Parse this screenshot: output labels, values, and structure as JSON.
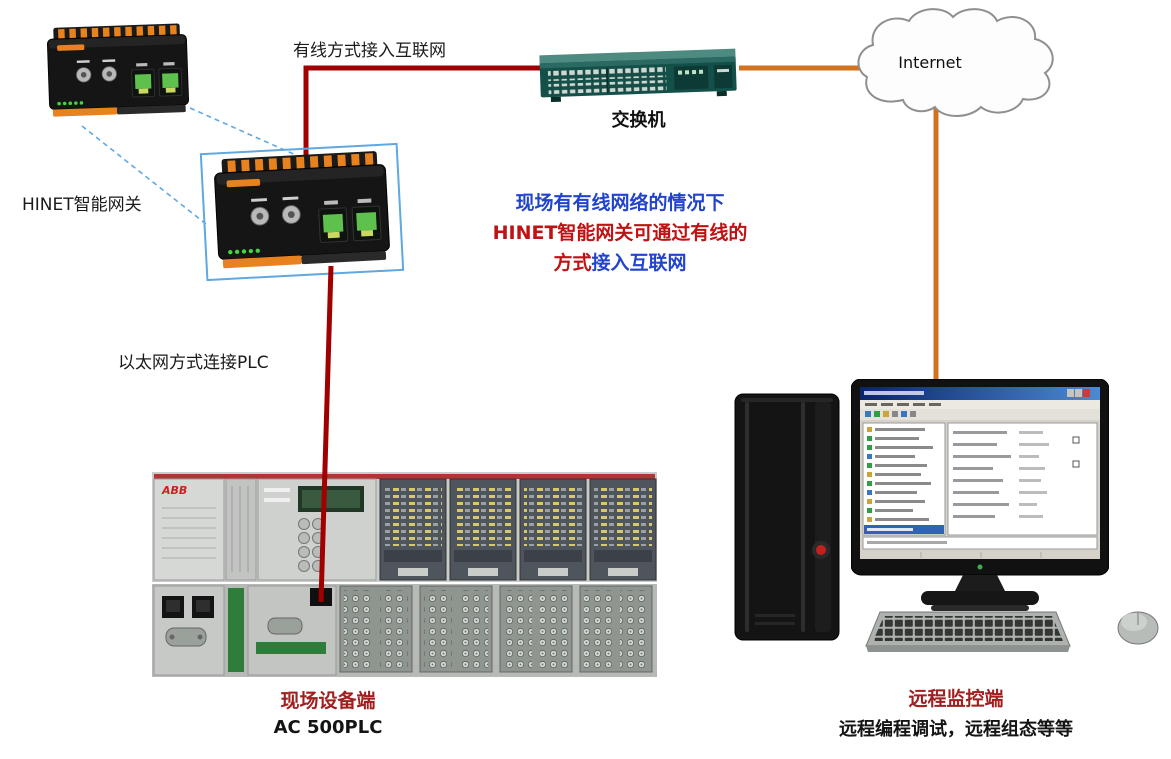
{
  "diagram": {
    "gateway_label": "HINET智能网关",
    "switch_label": "交换机",
    "cloud_label": "Internet",
    "link_wired_label": "有线方式接入互联网",
    "link_plc_label": "以太网方式连接PLC",
    "plc_brand": "ABB",
    "note": {
      "line1": "现场有有线网络的情况下",
      "line2": "HINET智能网关可通过有线的",
      "line3_red": "方式",
      "line3_blue": "接入互联网"
    },
    "field_caption": {
      "title": "现场设备端",
      "subtitle": "AC 500PLC"
    },
    "remote_caption": {
      "title": "远程监控端",
      "subtitle": "远程编程调试，远程组态等等"
    }
  },
  "colors": {
    "note_blue": "#2244cc",
    "note_red": "#c01212",
    "line_red": "#a00000",
    "line_orange": "#d2721e",
    "callout_blue": "#5fa8e0",
    "caption_red": "#a02020"
  }
}
